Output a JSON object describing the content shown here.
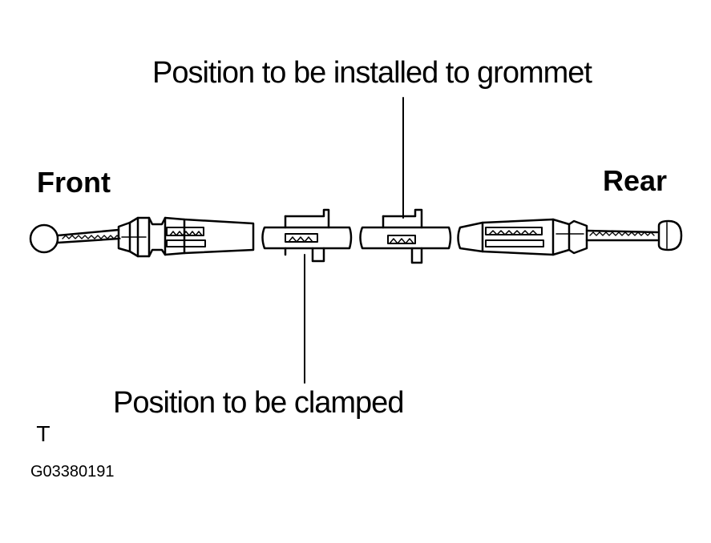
{
  "labels": {
    "front": "Front",
    "rear": "Rear",
    "grommet_callout": "Position to be installed to grommet",
    "clamp_callout": "Position to be clamped",
    "corner_mark": "T",
    "figure_code": "G03380191"
  }
}
